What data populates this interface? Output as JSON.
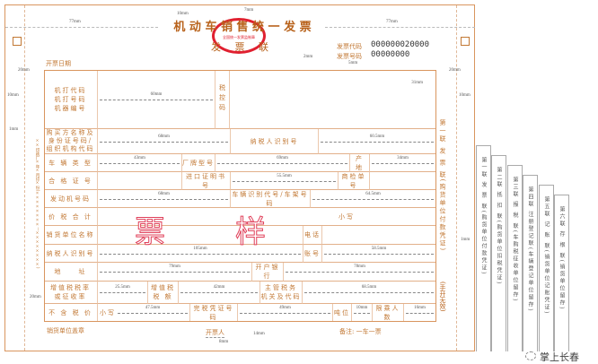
{
  "header": {
    "title": "机 动 车 销 售 统 一 发 票",
    "subtitle": "发 票 联",
    "stamp_text": "全国统一发票监制章",
    "invoice_code_label": "发票代码",
    "invoice_code": "000000020000",
    "invoice_number_label": "发票号码",
    "invoice_number": "00000000",
    "issue_date_label": "开票日期"
  },
  "dims": {
    "top_left": "77mm",
    "top_right": "77mm",
    "top_gap": "10mm",
    "stamp_top": "7mm",
    "left_margin": "20mm",
    "right_margin": "20mm",
    "left_side": "10mm",
    "right_side": "10mm",
    "code_offset": "2mm",
    "table_top": "5mm",
    "row1_height": "31mm",
    "side_1mm": "1mm",
    "side_1mm_right": "1mm",
    "bottom_left": "20mm",
    "bottom_drawer": "8mm",
    "bottom_height": "14mm"
  },
  "table": {
    "rows": [
      {
        "cells": [
          {
            "label": "机打代码\n机打号码\n机器编号"
          },
          {
            "dim": "60mm"
          },
          {
            "label": "税控码"
          },
          {
            "dim": "31mm"
          }
        ]
      },
      {
        "cells": [
          {
            "label": "购买方名称及\n身份证号码/\n组织机构代码"
          },
          {
            "dim": "68mm"
          },
          {
            "label": "纳税人识别号"
          },
          {
            "dim": "60.5mm"
          }
        ]
      },
      {
        "cells": [
          {
            "label": "车 辆 类 型"
          },
          {
            "dim": "43mm"
          },
          {
            "label": "厂牌型号"
          },
          {
            "dim": "69mm"
          },
          {
            "label": "产 地"
          },
          {
            "dim": "34mm"
          }
        ]
      },
      {
        "cells": [
          {
            "label": "合 格 证 号"
          },
          {
            "dim": ""
          },
          {
            "label": "进口证明书号"
          },
          {
            "dim": "55.5mm"
          },
          {
            "label": "商检单号"
          },
          {
            "dim": ""
          }
        ]
      },
      {
        "cells": [
          {
            "label": "发动机号码"
          },
          {
            "dim": "68mm"
          },
          {
            "label": "车辆识别代号/车架号码"
          },
          {
            "dim": "64.5mm"
          }
        ]
      },
      {
        "cells": [
          {
            "label": "价 税 合 计"
          },
          {
            "label": "小写"
          }
        ]
      },
      {
        "cells": [
          {
            "label": "销货单位名称"
          },
          {
            "dim": ""
          },
          {
            "label": "电话"
          },
          {
            "dim": ""
          }
        ]
      },
      {
        "cells": [
          {
            "label": "纳税人识别号"
          },
          {
            "dim": "105mm"
          },
          {
            "label": "账号"
          },
          {
            "dim": "58.5mm"
          }
        ]
      },
      {
        "cells": [
          {
            "label": "地　　址"
          },
          {
            "dim": "79mm"
          },
          {
            "label": "开户银行"
          },
          {
            "dim": "78mm"
          }
        ]
      },
      {
        "cells": [
          {
            "label": "增值税税率\n或征收率"
          },
          {
            "dim": "25.5mm"
          },
          {
            "label": "增值税\n税 额"
          },
          {
            "dim": "42mm"
          },
          {
            "label": "主管税务\n机关及代码"
          },
          {
            "dim": "68.5mm"
          }
        ]
      },
      {
        "cells": [
          {
            "label": "不 含 税 价"
          },
          {
            "dim": "47.5mm",
            "prefix": "小写"
          },
          {
            "label": "完税凭证号码"
          },
          {
            "dim": "49mm"
          },
          {
            "label": "吨位"
          },
          {
            "dim": "10mm"
          },
          {
            "label": "限乘人数"
          },
          {
            "dim": "16mm"
          }
        ]
      }
    ]
  },
  "sample_mark": [
    "票",
    "样"
  ],
  "side": {
    "copy_label": "第一联 发 票 联(购货单位付款凭证)",
    "invalid_note": "(手开无效)",
    "printer_note": "××印刷厂×年×月印×份(××××××××—××××××××)"
  },
  "footer": {
    "seal_label": "销货单位盖章",
    "issuer_label": "开票人",
    "remark": "备注: 一车一票"
  },
  "copies": [
    "第一联 发 票 联(购货单位付款凭证)",
    "第二联 抵 扣 联(购货单位扣税凭证)",
    "第三联 报 税 联(车购税征收单位留存)",
    "第四联 注册登记联(车辆登记单位留存)",
    "第五联 记 账 联(销货单位记账凭证)",
    "第六联 存 根 联(销货单位留存)"
  ],
  "watermark": "掌上长春",
  "colors": {
    "frame": "#d9955e",
    "label": "#c27834",
    "title": "#b8621b",
    "stamp": "#e02030",
    "sample": "#e0405a"
  }
}
